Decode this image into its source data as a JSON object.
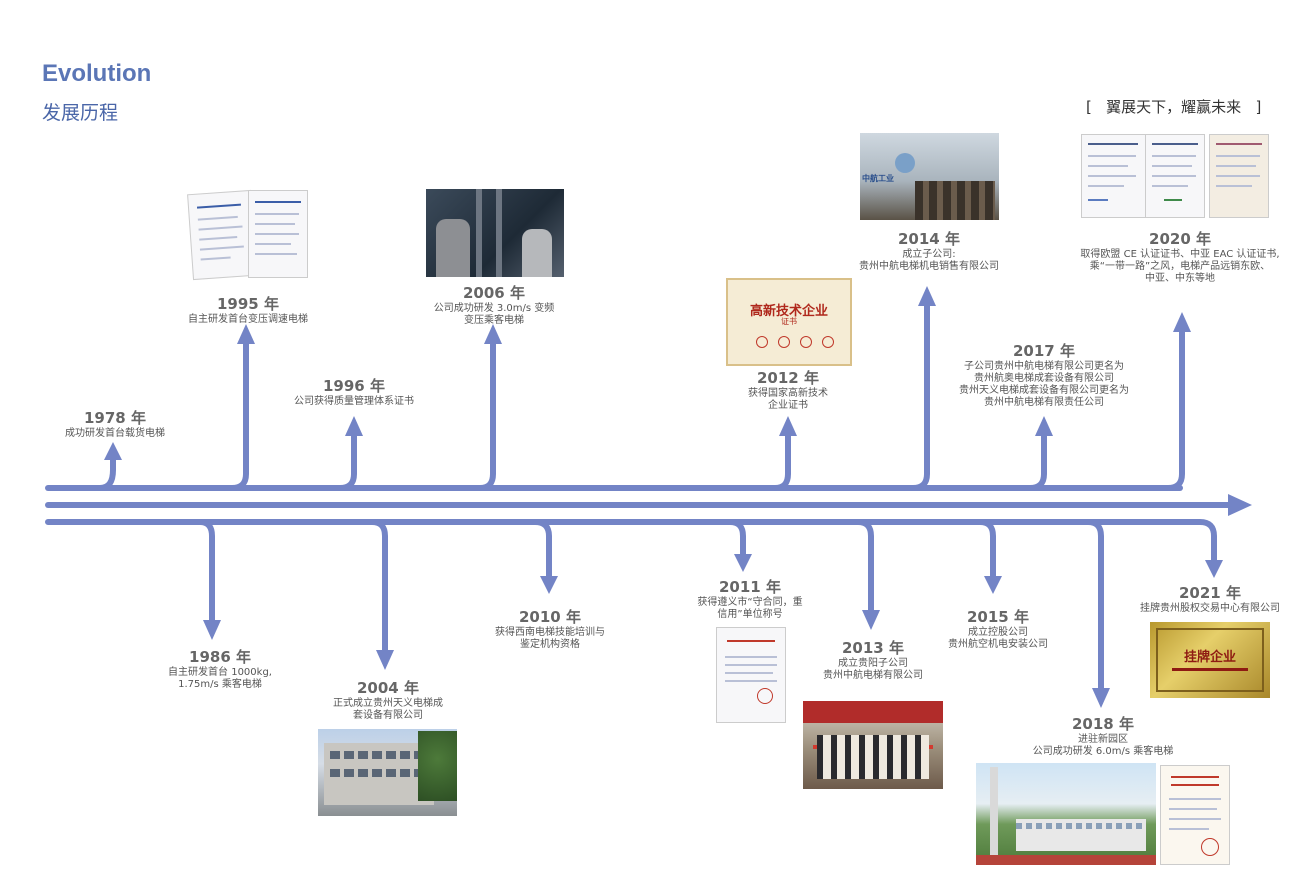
{
  "header": {
    "title": "Evolution",
    "subtitle": "发展历程"
  },
  "slogan": "[   翼展天下，耀赢未来   ]",
  "colors": {
    "accent": "#5b76b6",
    "timeline": "#7384c6",
    "text": "#555555"
  },
  "events_above": [
    {
      "year": "1978 年",
      "desc": [
        "成功研发首台载货电梯"
      ]
    },
    {
      "year": "1995 年",
      "desc": [
        "自主研发首台变压调速电梯"
      ]
    },
    {
      "year": "1996 年",
      "desc": [
        "公司获得质量管理体系证书"
      ]
    },
    {
      "year": "2006 年",
      "desc": [
        "公司成功研发 3.0m/s 变频",
        "变压乘客电梯"
      ]
    },
    {
      "year": "2012 年",
      "desc": [
        "获得国家高新技术",
        "企业证书"
      ]
    },
    {
      "year": "2014 年",
      "desc": [
        "成立子公司:",
        "贵州中航电梯机电销售有限公司"
      ]
    },
    {
      "year": "2017 年",
      "desc": [
        "子公司贵州中航电梯有限公司更名为",
        "贵州航奥电梯成套设备有限公司",
        "贵州天义电梯成套设备有限公司更名为",
        "贵州中航电梯有限责任公司"
      ]
    },
    {
      "year": "2020 年",
      "desc": [
        "取得欧盟 CE 认证证书、中亚 EAC 认证证书,",
        "乘“一带一路”之风，电梯产品远销东欧、",
        "中亚、中东等地"
      ]
    }
  ],
  "events_below": [
    {
      "year": "1986 年",
      "desc": [
        "自主研发首台 1000kg,",
        "1.75m/s 乘客电梯"
      ]
    },
    {
      "year": "2004 年",
      "desc": [
        "正式成立贵州天义电梯成",
        "套设备有限公司"
      ]
    },
    {
      "year": "2010 年",
      "desc": [
        "获得西南电梯技能培训与",
        "鉴定机构资格"
      ]
    },
    {
      "year": "2011 年",
      "desc": [
        "获得遵义市“守合同，重",
        "信用”单位称号"
      ]
    },
    {
      "year": "2013 年",
      "desc": [
        "成立贵阳子公司",
        "贵州中航电梯有限公司"
      ]
    },
    {
      "year": "2015 年",
      "desc": [
        "成立控股公司",
        "贵州航空机电安装公司"
      ]
    },
    {
      "year": "2018 年",
      "desc": [
        "进驻新园区",
        "公司成功研发 6.0m/s 乘客电梯"
      ]
    },
    {
      "year": "2021 年",
      "desc": [
        "挂牌贵州股权交易中心有限公司"
      ]
    }
  ],
  "images": {
    "cert_2012": "高新技术企业",
    "cert_2012_sub": "证书",
    "plaque_2021": "挂牌企业",
    "photo_2014_sign": "中航工业"
  }
}
